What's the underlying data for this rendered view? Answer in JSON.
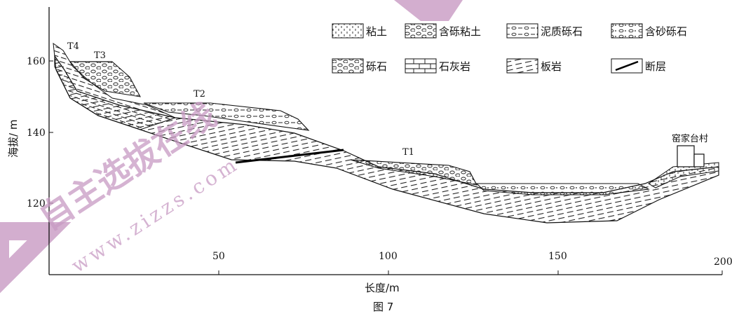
{
  "figure": {
    "caption": "图 7",
    "x_axis_label": "长度/m",
    "y_axis_label": "海拔/ m",
    "x_ticks": [
      "50",
      "100",
      "150",
      "200"
    ],
    "y_ticks": [
      "160",
      "140",
      "120"
    ],
    "terrace_labels": [
      "T4",
      "T3",
      "T2",
      "T1"
    ],
    "village_label": "窑家台村"
  },
  "legend": [
    {
      "label": "粘土",
      "pattern": "clay"
    },
    {
      "label": "含砾粘土",
      "pattern": "gravel-clay"
    },
    {
      "label": "泥质砾石",
      "pattern": "muddy-gravel"
    },
    {
      "label": "含砂砾石",
      "pattern": "sandy-gravel"
    },
    {
      "label": "砾石",
      "pattern": "gravel"
    },
    {
      "label": "石灰岩",
      "pattern": "limestone"
    },
    {
      "label": "板岩",
      "pattern": "slate"
    },
    {
      "label": "断层",
      "pattern": "fault"
    }
  ],
  "watermark": {
    "text_cn": "自主选拔在线",
    "text_url": "www.zizzs.com",
    "color": "#c89ac3"
  }
}
